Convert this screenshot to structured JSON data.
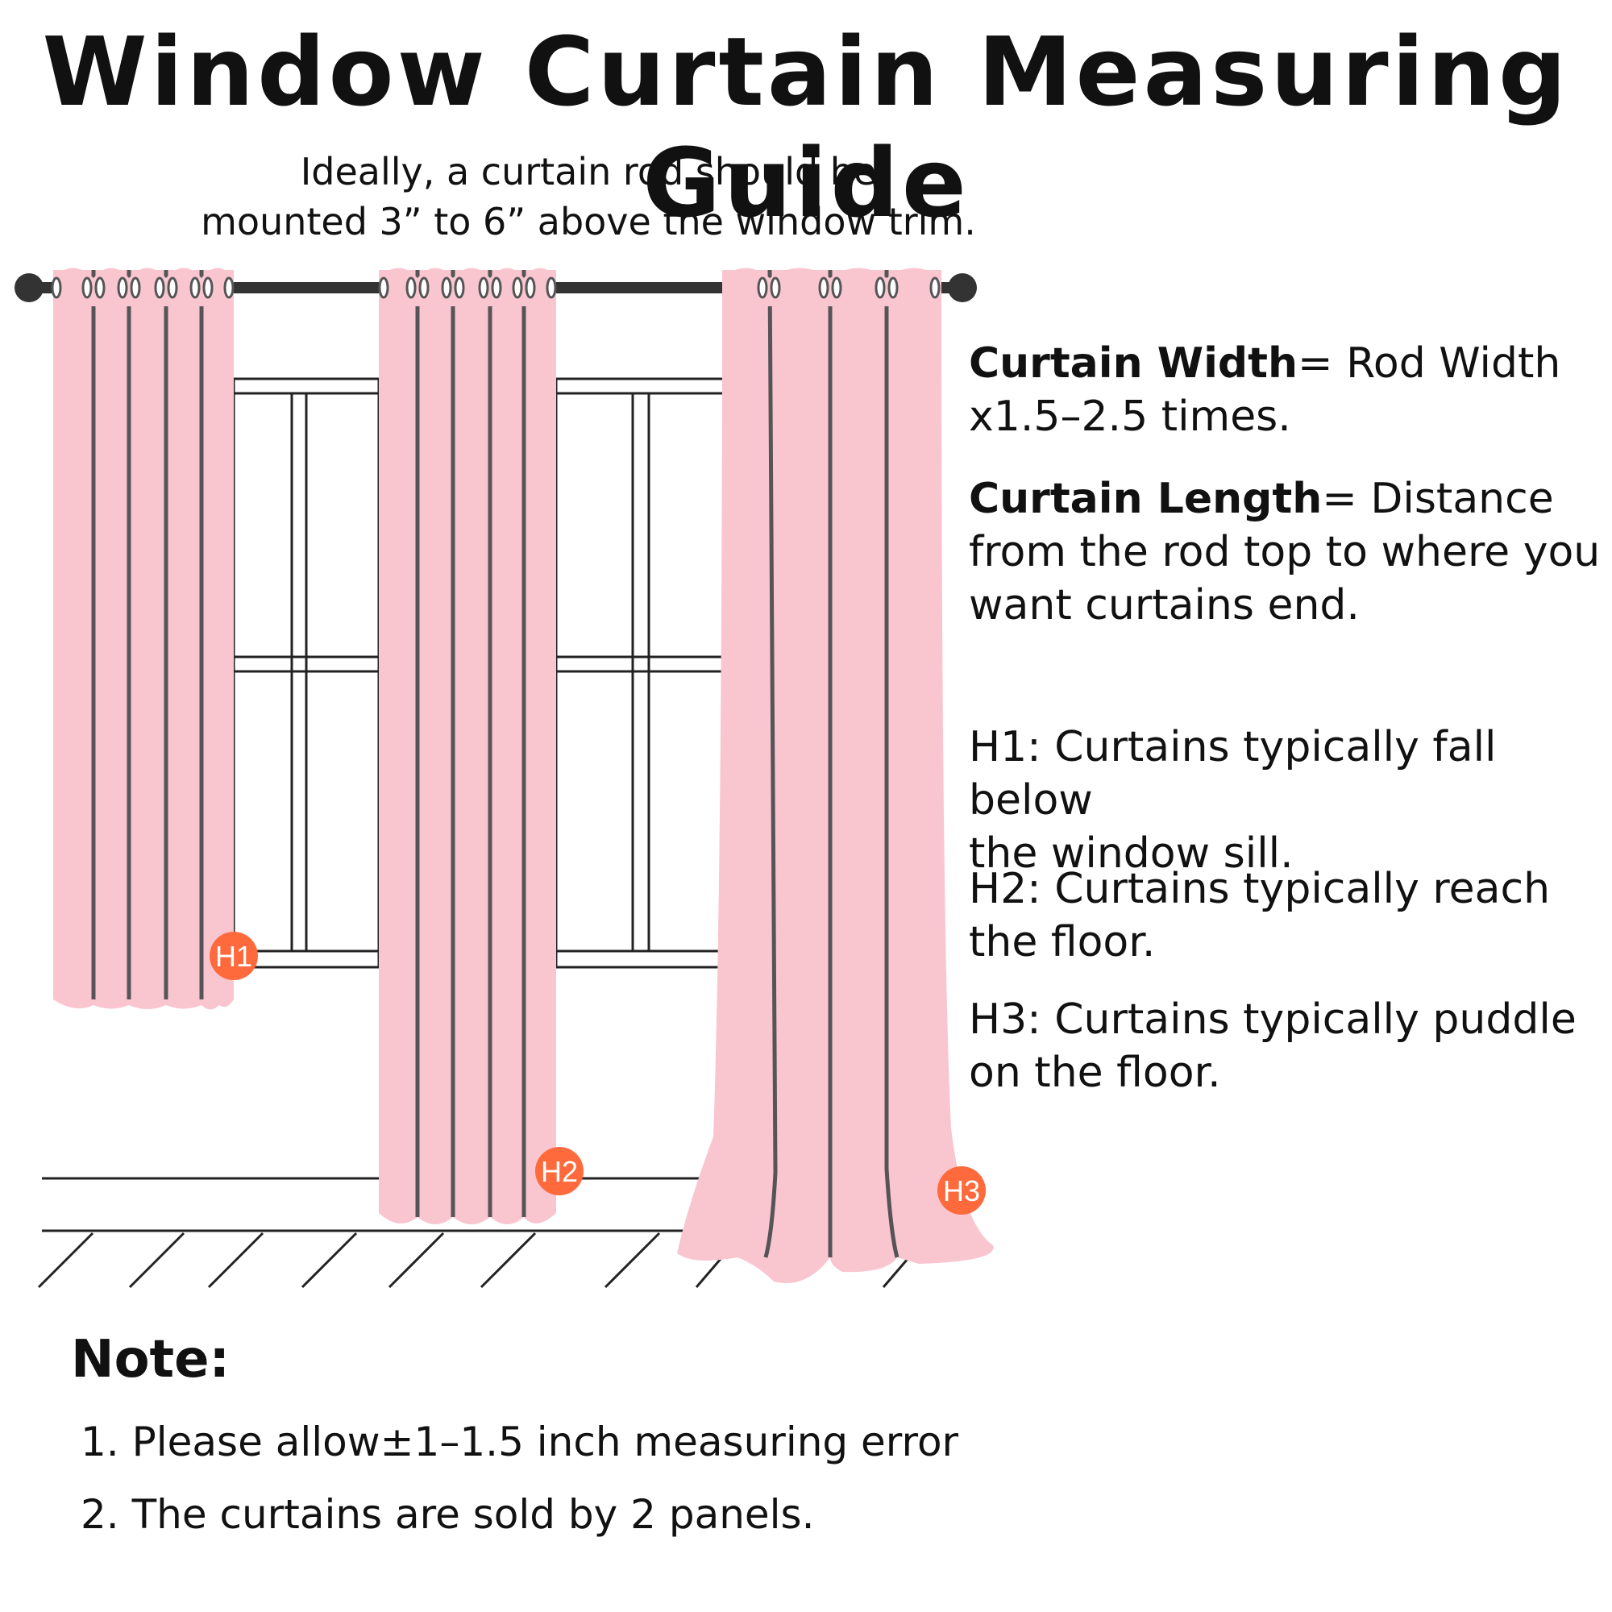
{
  "title": "Window Curtain Measuring Guide",
  "rod_note": {
    "line1": "Ideally, a curtain rod should be",
    "line2": "mounted 3” to 6” above the window trim."
  },
  "info": {
    "width_key": "Curtain Width",
    "width_eq": "= Rod Width",
    "width_rest": "x1.5–2.5 times.",
    "length_key": "Curtain Length",
    "length_eq": "= Distance",
    "length_rest1": "from the rod top to where you",
    "length_rest2": "want curtains end.",
    "h1_line1": "H1: Curtains typically fall below",
    "h1_line2": "the window sill.",
    "h2_line1": "H2: Curtains typically reach",
    "h2_line2": "the floor.",
    "h3_line1": "H3: Curtains typically puddle",
    "h3_line2": "on the floor."
  },
  "badges": {
    "h1": "H1",
    "h2": "H2",
    "h3": "H3"
  },
  "note": {
    "title": "Note:",
    "item1": "1. Please allow±1–1.5 inch measuring error",
    "item2": "2. The curtains are sold by 2 panels."
  },
  "colors": {
    "curtain": "#f9c6d0",
    "badge": "#ff6a3d",
    "rod": "#333333",
    "fold": "#555555"
  }
}
